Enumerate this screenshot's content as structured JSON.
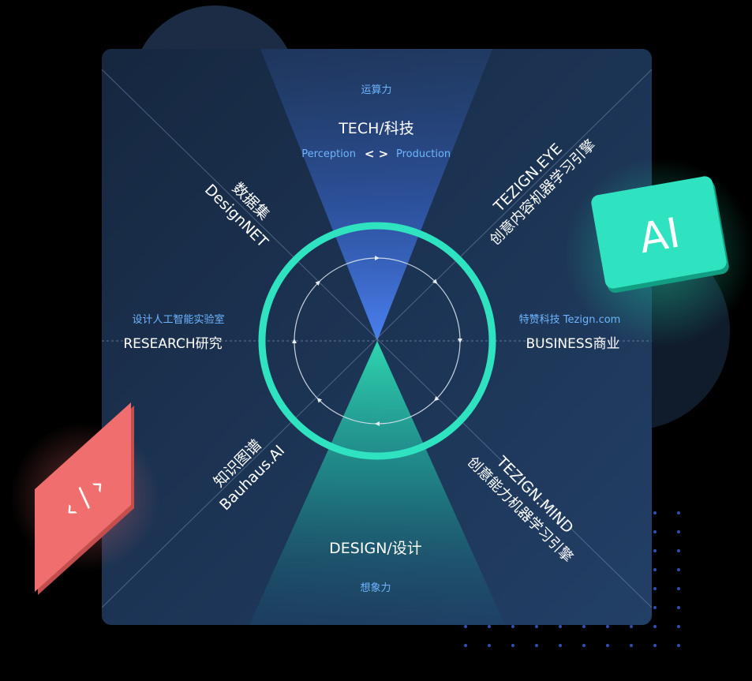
{
  "top": {
    "sub": "运算力",
    "title": "TECH/科技",
    "left": "Perception",
    "arrows": "< >",
    "right": "Production"
  },
  "bottom": {
    "title": "DESIGN/设计",
    "sub": "想象力"
  },
  "left": {
    "sub": "设计人工智能实验室",
    "title": "RESEARCH研究"
  },
  "right": {
    "sub": "特赞科技 Tezign.com",
    "title": "BUSINESS商业"
  },
  "quadrants": {
    "top_left": {
      "line1": "数据集",
      "line2": "DesignNET"
    },
    "top_right": {
      "line1": "TEZIGN.EYE",
      "line2": "创意内容机器学习引擎"
    },
    "bottom_left": {
      "line1": "知识图谱",
      "line2": "Bauhaus.AI"
    },
    "bottom_right": {
      "line1": "TEZIGN.MIND",
      "line2": "创意能力机器学习引擎"
    }
  },
  "badges": {
    "ai": "AI",
    "code": "‹ / ›"
  },
  "icons": [
    "code-icon",
    "ai-icon"
  ],
  "colors": {
    "accent_teal": "#2fe3c0",
    "panel": "#1c3454",
    "blue_beam": "#3f6fd8",
    "code_badge": "#f06e6e"
  }
}
